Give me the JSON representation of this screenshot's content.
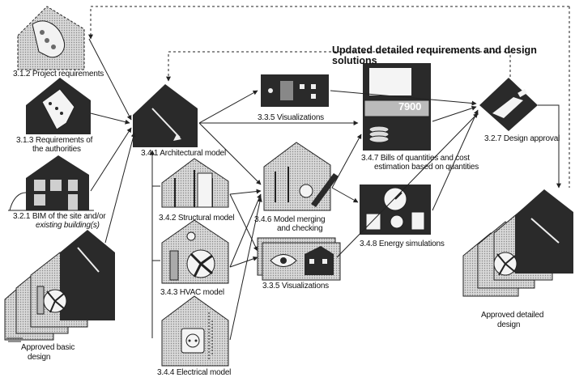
{
  "title": {
    "line1": "Updated detailed requirements and design",
    "line2": "solutions"
  },
  "labels": {
    "project_req": "3.1.2 Project requirements",
    "authorities_1": "3.1.3  Requirements of",
    "authorities_2": "the authorities",
    "bim_site_1": "3.2.1  BIM of the site and/or",
    "bim_site_2": "existing building(s)",
    "approved_basic_1": "Approved basic",
    "approved_basic_2": "design",
    "arch_model": "3.4.1  Architectural model",
    "structural_model": "3.4.2 Structural model",
    "hvac_model": "3.4.3 HVAC model",
    "electrical_model": "3.4.4 Electrical model",
    "vis_top": "3.3.5  Visualizations",
    "vis_bottom": "3.3.5 Visualizations",
    "merging_1": "3.4.6  Model merging",
    "merging_2": "and checking",
    "bills_1": "3.4.7  Bills of quantities and cost",
    "bills_2": "estimation based on quantities",
    "bills_value": "7900",
    "energy": "3.4.8 Energy simulations",
    "design_approval": "3.2.7 Design approval",
    "approved_detailed_1": "Approved detailed",
    "approved_detailed_2": "design"
  },
  "colors": {
    "dark": "#2a2a2a",
    "mid": "#6a6a6a",
    "light": "#cfcfcf"
  },
  "icons": [
    "house-icon",
    "wrench-icon",
    "pencil-icon",
    "fan-icon",
    "socket-icon",
    "eye-icon",
    "gauge-icon",
    "ruler-icon",
    "coins-icon"
  ]
}
